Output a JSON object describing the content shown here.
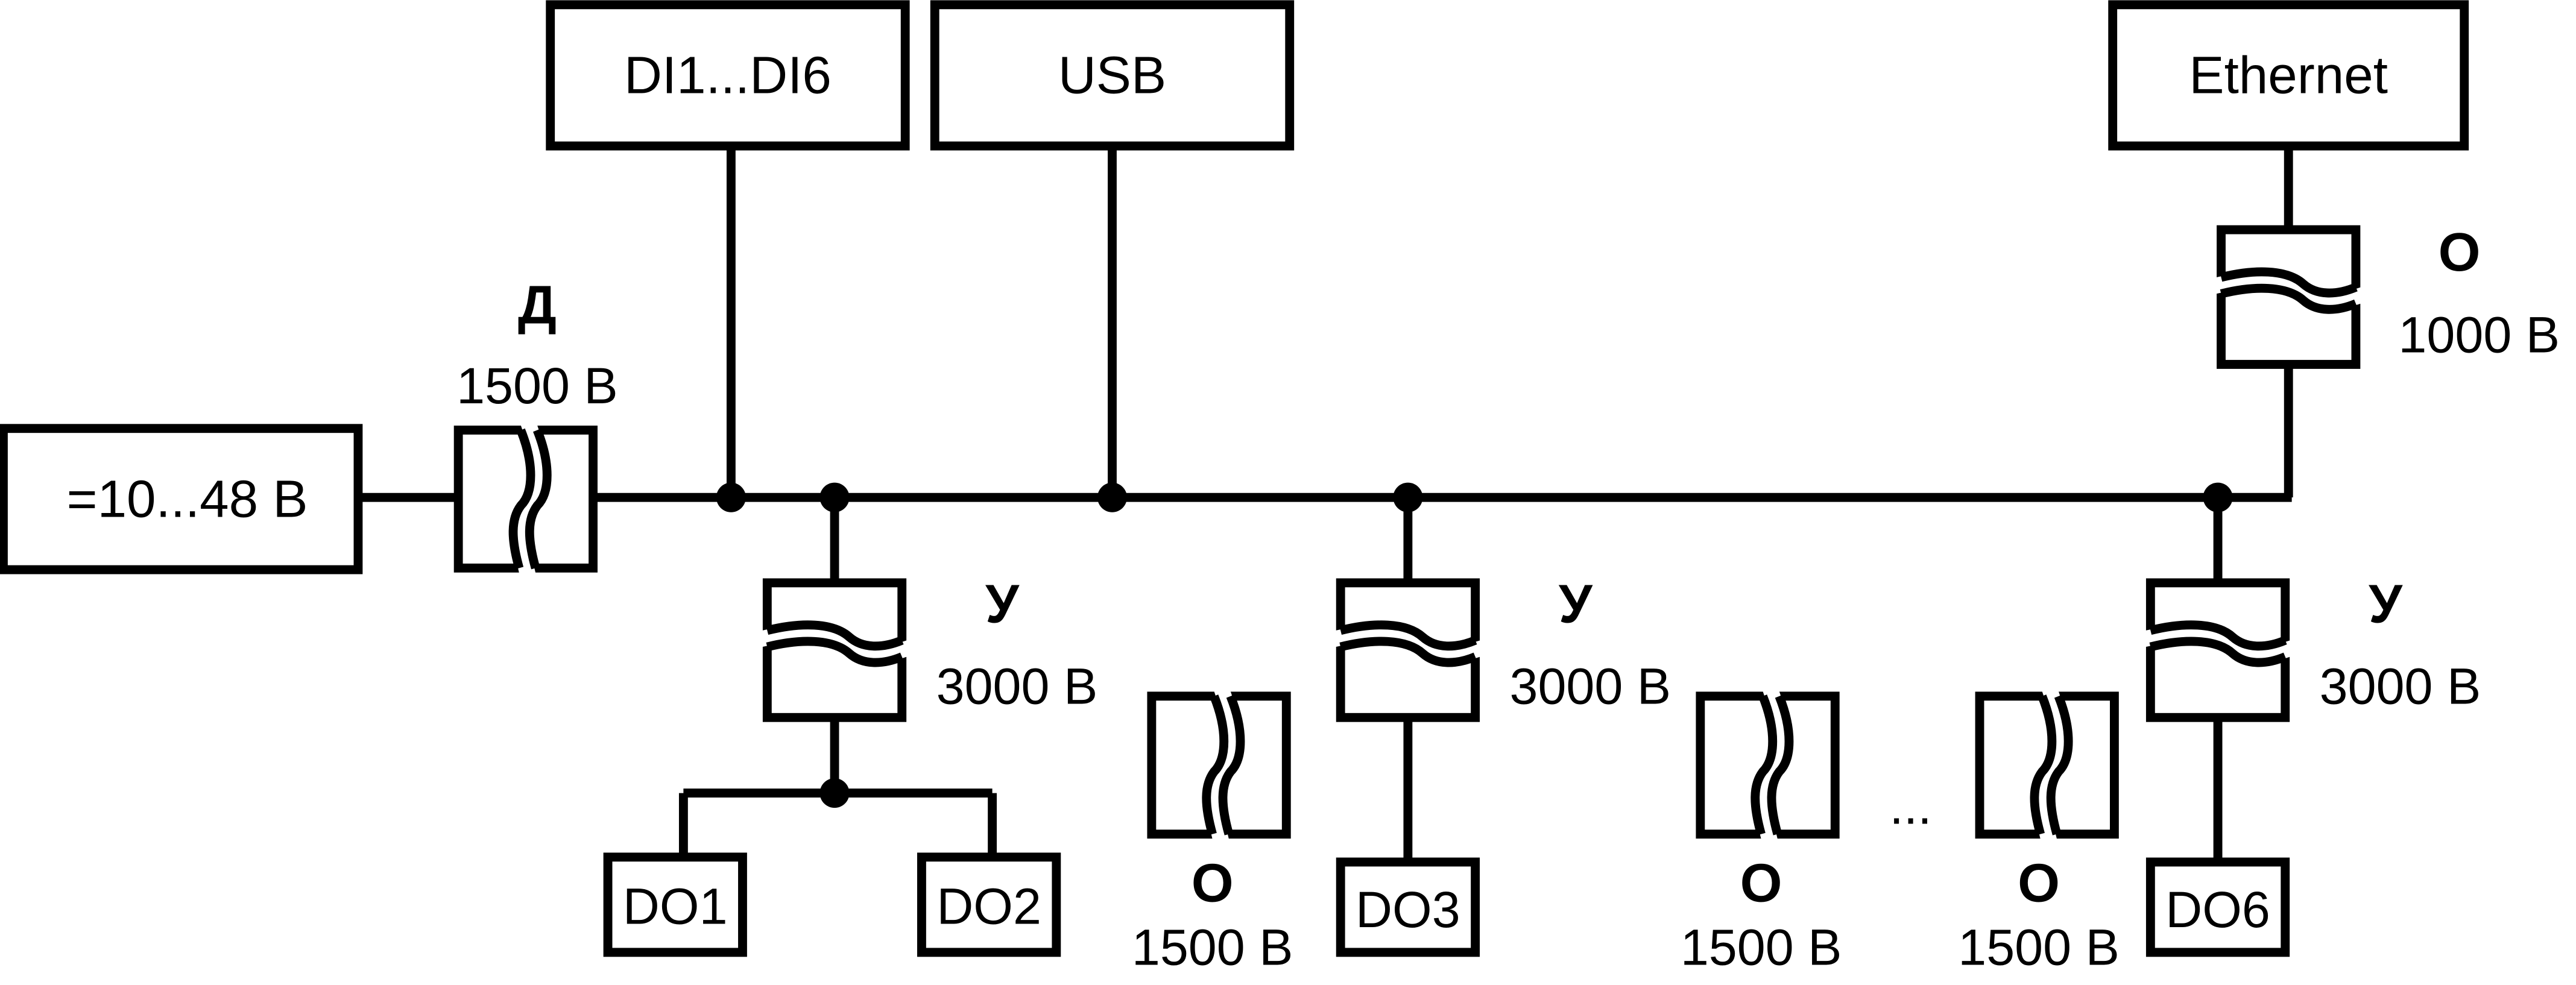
{
  "blocks": {
    "power": "=10...48 В",
    "di": "DI1...DI6",
    "usb": "USB",
    "ethernet": "Ethernet",
    "do1": "DO1",
    "do2": "DO2",
    "do3": "DO3",
    "do6": "DO6"
  },
  "isolation": {
    "power_type": "Д",
    "power_voltage": "1500 В",
    "ethernet_type": "О",
    "ethernet_voltage": "1000 В",
    "do12_type": "У",
    "do12_voltage": "3000 В",
    "do3_type": "У",
    "do3_voltage": "3000 В",
    "do6_type": "У",
    "do6_voltage": "3000 В",
    "between_do2_do3_type": "О",
    "between_do2_do3_voltage": "1500 В",
    "between_do3_dots_type": "О",
    "between_do3_dots_voltage": "1500 В",
    "between_dots_do6_type": "О",
    "between_dots_do6_voltage": "1500 В"
  },
  "ellipsis": "..."
}
